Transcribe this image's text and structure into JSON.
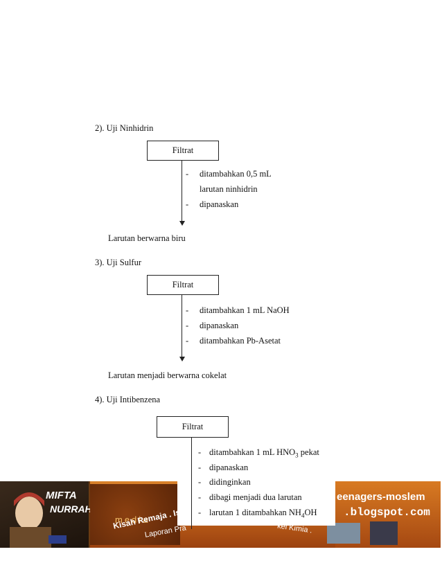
{
  "sections": [
    {
      "heading": "2).  Uji Ninhidrin",
      "box_label": "Filtrat",
      "steps": [
        {
          "dash": "-",
          "text": "ditambahkan 0,5 mL"
        },
        {
          "dash": "",
          "text": "larutan ninhidrin"
        },
        {
          "dash": "-",
          "text": "dipanaskan"
        }
      ],
      "result": "Larutan berwarna biru"
    },
    {
      "heading": "3).  Uji Sulfur",
      "box_label": "Filtrat",
      "steps": [
        {
          "dash": "-",
          "text": "ditambahkan 1 mL NaOH"
        },
        {
          "dash": "-",
          "text": "dipanaskan"
        },
        {
          "dash": "-",
          "text": "ditambahkan Pb-Asetat"
        }
      ],
      "result": "Larutan menjadi berwarna cokelat"
    },
    {
      "heading": "4).  Uji Intibenzena",
      "box_label": "Filtrat",
      "steps": [
        {
          "dash": "-",
          "text_pre": "ditambahkan 1 mL HNO",
          "sub": "3",
          "text_post": " pekat"
        },
        {
          "dash": "-",
          "text": "dipanaskan"
        },
        {
          "dash": "-",
          "text": "didinginkan"
        },
        {
          "dash": "-",
          "text": "dibagi menjadi dua larutan"
        },
        {
          "dash": "-",
          "text_pre": "larutan 1 ditambahkan NH",
          "sub": "4",
          "text_post": "OH"
        }
      ]
    }
  ],
  "banner": {
    "brand_line1": "MIFTA",
    "brand_line2": "NURRAHMAT",
    "brand_line3": "media",
    "tagline": "Kisah Remaja . Islam",
    "tagline2": "Laporan Pra",
    "blog_line1": "eenagers-moslem",
    "blog_line2": ".blogspot.com",
    "extra": "kel Kimia .",
    "colors": {
      "orange": "#d9822b",
      "dark": "#5a2508",
      "blue": "#1a2a6c"
    }
  }
}
